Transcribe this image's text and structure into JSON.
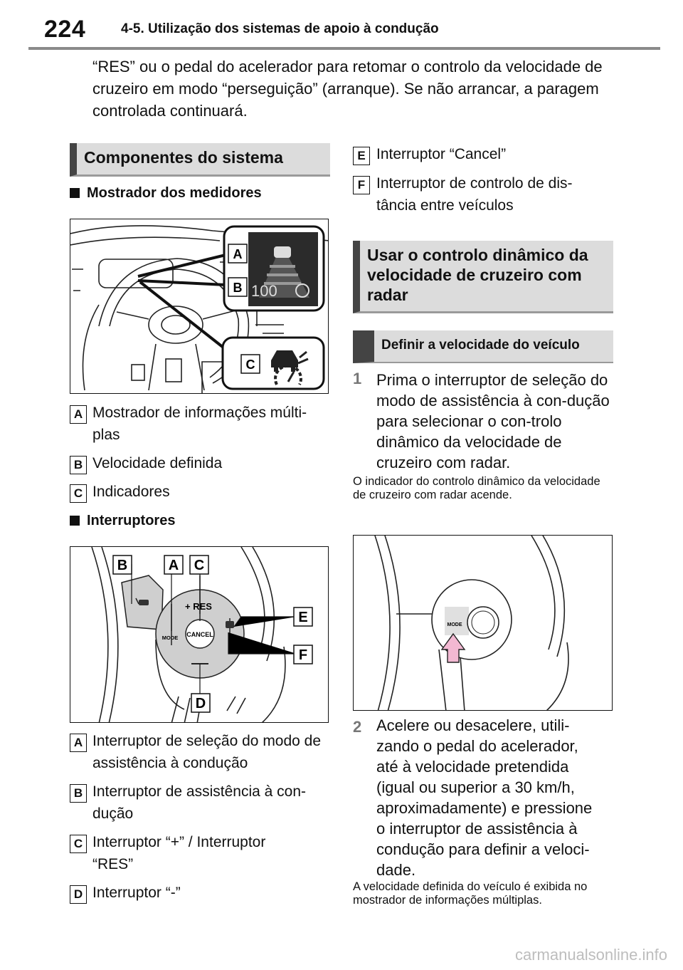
{
  "header": {
    "page_number": "224",
    "section_title": "4-5. Utilização dos sistemas de apoio à condução"
  },
  "intro_text": "“RES” ou o pedal do acelerador para retomar o controlo da velocidade de cruzeiro em modo “perseguição” (arranque). Se não arrancar, a paragem controlada continuará.",
  "left": {
    "section_title": "Componentes do sistema",
    "gauges_heading": "Mostrador dos medidores",
    "gauges_items": [
      {
        "label": "A",
        "text": "Mostrador de informações múlti-\nplas"
      },
      {
        "label": "B",
        "text": "Velocidade definida"
      },
      {
        "label": "C",
        "text": "Indicadores"
      }
    ],
    "switches_heading": "Interruptores",
    "switches_items": [
      {
        "label": "A",
        "text": "Interruptor de seleção do modo de assistência à condução"
      },
      {
        "label": "B",
        "text": "Interruptor de assistência à con-\ndução"
      },
      {
        "label": "C",
        "text": "Interruptor “+” / Interruptor “RES”"
      },
      {
        "label": "D",
        "text": "Interruptor “-”"
      }
    ],
    "fig1": {
      "callouts": [
        "A",
        "B",
        "C"
      ],
      "speed": "100"
    },
    "fig2": {
      "callouts": [
        "B",
        "A",
        "C",
        "E",
        "F",
        "D"
      ],
      "res": "+ RES",
      "cancel": "CANCEL",
      "mode": "MODE",
      "minus": "—"
    }
  },
  "right": {
    "top_items": [
      {
        "label": "E",
        "text": "Interruptor “Cancel”"
      },
      {
        "label": "F",
        "text": "Interruptor de controlo de dis-\ntância entre veículos"
      }
    ],
    "section_title": "Usar o controlo dinâmico da velocidade de cruzeiro com radar",
    "sub_title": "Definir a velocidade do veículo",
    "step1_num": "1",
    "step1_text": "Prima o interruptor de seleção do modo de assistência à con-dução para selecionar o con-trolo dinâmico da velocidade de cruzeiro com radar.",
    "note1": "O indicador do controlo dinâmico da velocidade de cruzeiro com radar acende.",
    "fig3": {
      "mode": "MODE"
    },
    "step2_num": "2",
    "step2_text": "Acelere ou desacelere, utili-zando o pedal do acelerador, até à velocidade pretendida (igual ou superior a 30 km/h, aproximadamente) e pressione o interruptor de assistência à condução para definir a veloci-dade.",
    "note2": "A velocidade definida do veículo é exibida no mostrador de informações múltiplas."
  },
  "watermark": "carmanualsonline.info"
}
